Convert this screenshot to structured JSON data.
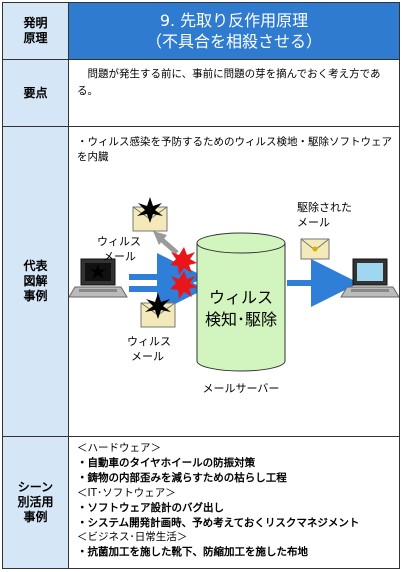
{
  "header": {
    "label_line1": "発明",
    "label_line2": "原理",
    "title_line1": "9. 先取り反作用原理",
    "title_line2": "（不具合を相殺させる）"
  },
  "summary": {
    "label": "要点",
    "text": "　問題が発生する前に、事前に問題の芽を摘んでおく考え方である。"
  },
  "example": {
    "label_line1": "代表",
    "label_line2": "図解",
    "label_line3": "事例",
    "lead_text": "・ウィルス感染を予防するためのウィルス検地・駆除ソフトウェアを内臓",
    "virus_mail_top_line1": "ウィルス",
    "virus_mail_top_line2": "メール",
    "virus_mail_bottom_line1": "ウィルス",
    "virus_mail_bottom_line2": "メール",
    "cleaned_mail_line1": "駆除された",
    "cleaned_mail_line2": "メール",
    "server_label_line1": "ウィルス",
    "server_label_line2": "検知･駆除",
    "server_caption": "メールサーバー"
  },
  "scenes": {
    "label_line1": "シーン",
    "label_line2": "別活用",
    "label_line3": "事例",
    "lines": [
      {
        "kind": "cat",
        "text": "＜ハードウェア＞"
      },
      {
        "kind": "item",
        "text": "・自動車のタイヤホイールの防振対策"
      },
      {
        "kind": "item",
        "text": "・鋳物の内部歪みを減らすための枯らし工程"
      },
      {
        "kind": "cat",
        "text": "＜IT･ソフトウェア＞"
      },
      {
        "kind": "item",
        "text": "・ソフトウェア設計のバグ出し"
      },
      {
        "kind": "item",
        "text": "・システム開発計画時、予め考えておくリスクマネジメント"
      },
      {
        "kind": "cat",
        "text": "＜ビジネス･日常生活＞"
      },
      {
        "kind": "item",
        "text": "・抗菌加工を施した靴下、防縮加工を施した布地"
      }
    ]
  },
  "colors": {
    "label_bg": "#d5e6f7",
    "title_bg": "#2e7bd0",
    "server_fill": "#d2f5c0",
    "arrow_blue": "#2f7fd8",
    "arrow_gray": "#9a9a9a",
    "burst_red": "#e8161b",
    "envelope": "#f4e9b8"
  }
}
